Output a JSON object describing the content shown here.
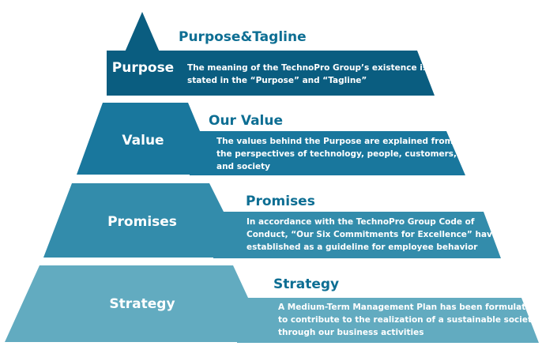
{
  "colors": {
    "tier1": "#0a5d80",
    "tier2": "#19779d",
    "tier3": "#338cab",
    "tier4": "#62abc0",
    "heading": "#0d6e93"
  },
  "tiers": [
    {
      "title": "Purpose",
      "heading": "Purpose&Tagline",
      "description": [
        "The meaning of the TechnoPro Group’s existence is",
        "stated in the “Purpose” and “Tagline”"
      ]
    },
    {
      "title": "Value",
      "heading": "Our Value",
      "description": [
        "The values behind the Purpose are explained from",
        "the perspectives of technology, people, customers,",
        "and society"
      ]
    },
    {
      "title": "Promises",
      "heading": "Promises",
      "description": [
        "In accordance with the TechnoPro Group Code of",
        "Conduct, “Our Six Commitments for Excellence” have",
        "established as a guideline for employee behavior"
      ]
    },
    {
      "title": "Strategy",
      "heading": "Strategy",
      "description": [
        "A Medium-Term Management Plan has been formulated",
        "to contribute to the realization of a sustainable society",
        "through our business activities"
      ]
    }
  ]
}
